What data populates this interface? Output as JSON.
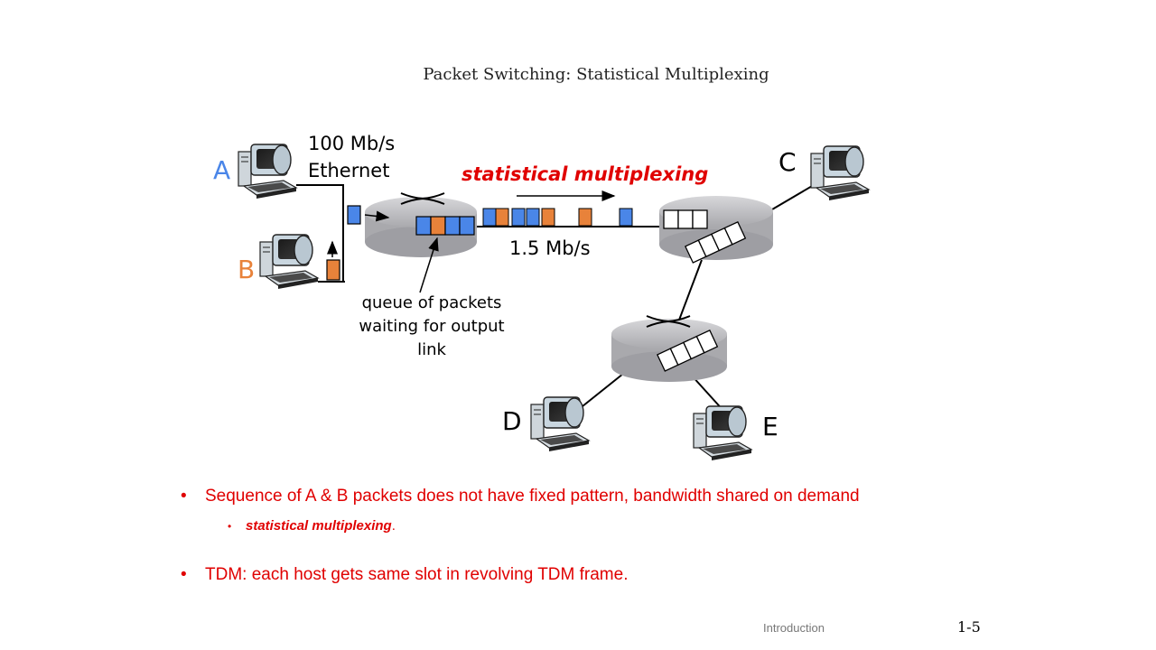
{
  "title": "Packet Switching: Statistical Multiplexing",
  "hosts": {
    "a": "A",
    "b": "B",
    "c": "C",
    "d": "D",
    "e": "E"
  },
  "link_a": {
    "line1": "100 Mb/s",
    "line2": "Ethernet"
  },
  "link_bottleneck": "1.5 Mb/s",
  "mux_label": "statistical multiplexing",
  "queue_note": {
    "line1": "queue of packets",
    "line2": "waiting for output",
    "line3": "link"
  },
  "bullets": {
    "b1_text": "Sequence of A & B packets does not have fixed pattern, bandwidth shared on demand",
    "b1_sub": "statistical multiplexing",
    "b1_sub_suffix": ".",
    "b2_text": "TDM: each host gets same slot in revolving TDM frame."
  },
  "footer": {
    "left": "Introduction",
    "right": "1-5"
  },
  "colors": {
    "host_a": "#4a86e8",
    "host_b": "#e8823a",
    "accent_text": "#e00000",
    "router": "#b8b8bc"
  }
}
